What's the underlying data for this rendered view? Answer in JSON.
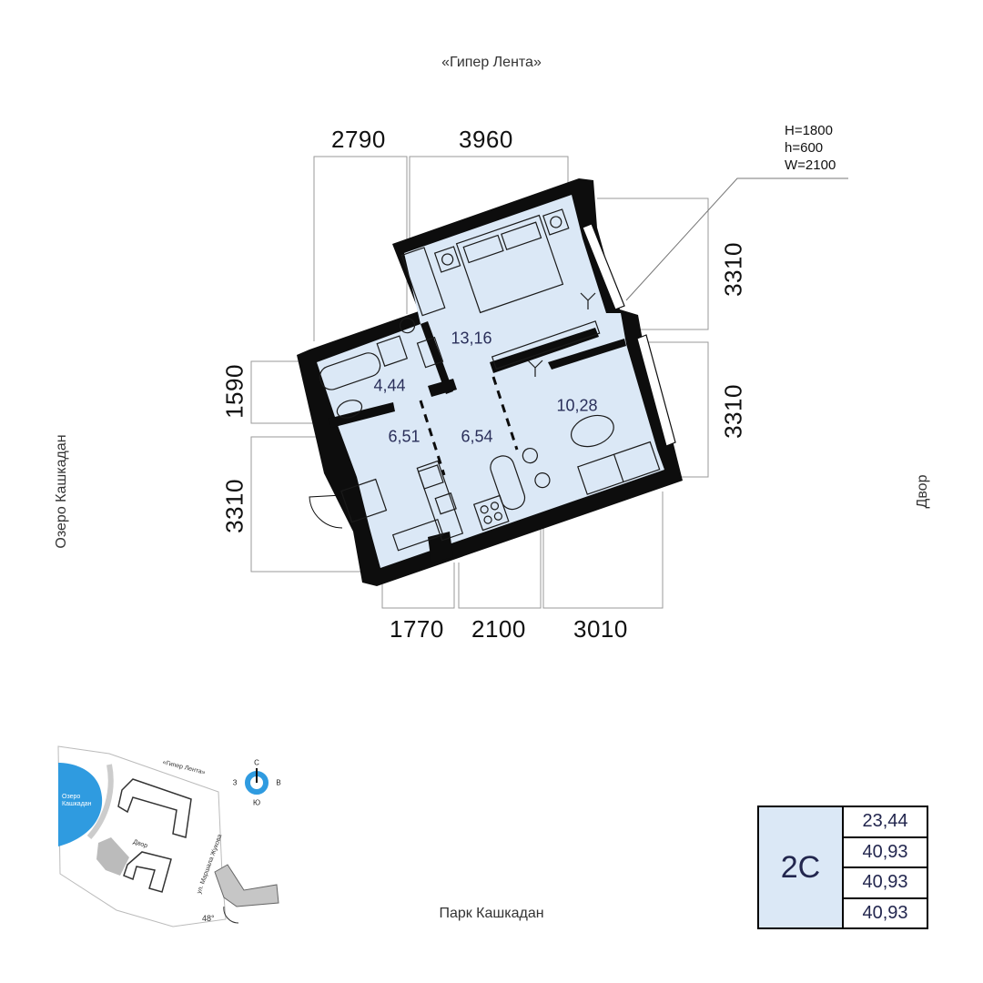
{
  "orientation": {
    "top": "«Гипер Лента»",
    "bottom": "Парк Кашкадан",
    "left": "Озеро Кашкадан",
    "right": "Двор"
  },
  "dimensions": {
    "top_left": "2790",
    "top_right": "3960",
    "right_upper": "3310",
    "right_lower": "3310",
    "left_upper": "1590",
    "left_lower": "3310",
    "bottom_left": "1770",
    "bottom_mid": "2100",
    "bottom_right": "3010"
  },
  "window_spec": {
    "height": "H=1800",
    "sill": "h=600",
    "width": "W=2100"
  },
  "room_areas": {
    "bedroom": "13,16",
    "living": "10,28",
    "hall": "6,54",
    "bath": "4,44",
    "entry": "6,51"
  },
  "summary": {
    "code": "2С",
    "values": [
      "23,44",
      "40,93",
      "40,93",
      "40,93"
    ]
  },
  "minimap": {
    "top_label": "«Гипер Лента»",
    "lake_label_1": "Озеро",
    "lake_label_2": "Кашкадан",
    "yard_label": "Двор",
    "street_label": "ул. Маршала Жукова",
    "angle_label": "48°",
    "compass": {
      "n": "С",
      "s": "Ю",
      "w": "З",
      "e": "В"
    }
  },
  "colors": {
    "room_fill": "#dbe8f6",
    "wall": "#0d0d0d",
    "compass": "#2f9be0",
    "lake": "#2f9be0"
  }
}
